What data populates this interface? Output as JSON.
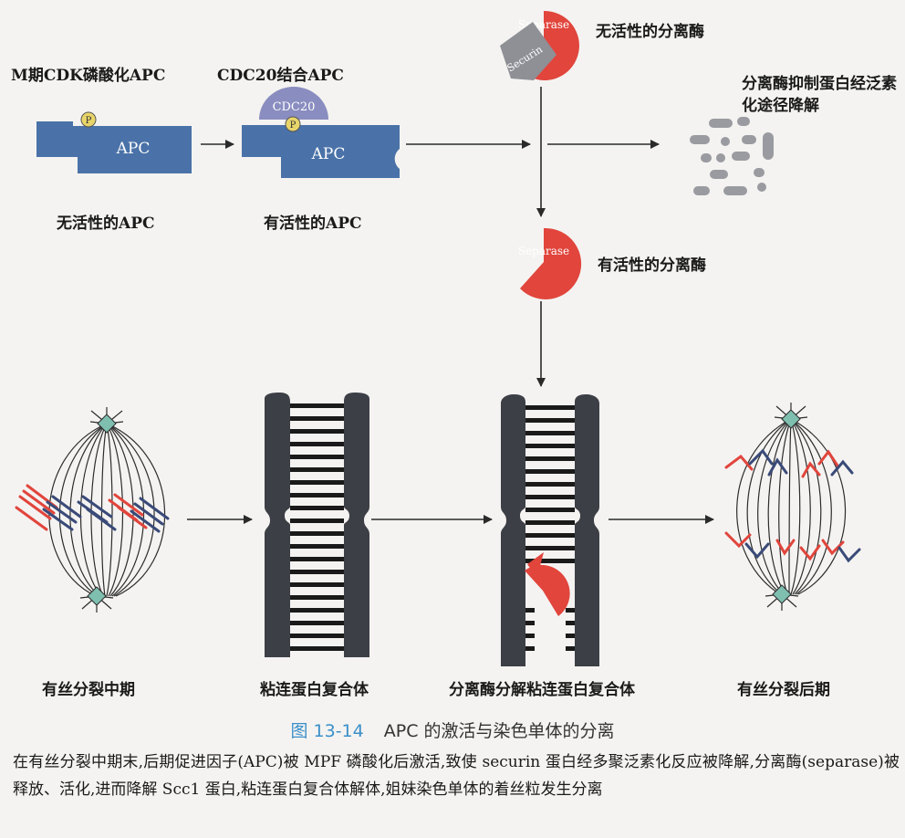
{
  "apc": {
    "inactive_title": "M期CDK磷酸化APC",
    "active_title": "CDC20结合APC",
    "box_label": "APC",
    "phospho_label": "P",
    "cdc20_label": "CDC20",
    "inactive_caption": "无活性的APC",
    "active_caption": "有活性的APC"
  },
  "separase": {
    "inactive_label": "无活性的分离酶",
    "separase_text": "Separase",
    "securin_text": "Securin",
    "degradation_label": "分离酶抑制蛋白经泛素化途径降解",
    "active_label": "有活性的分离酶"
  },
  "stages": {
    "metaphase": "有丝分裂中期",
    "cohesin": "粘连蛋白复合体",
    "cleavage": "分离酶分解粘连蛋白复合体",
    "anaphase": "有丝分裂后期"
  },
  "caption": {
    "figure_number": "图 13-14",
    "title": "APC 的激活与染色单体的分离"
  },
  "description": "在有丝分裂中期末,后期促进因子(APC)被 MPF 磷酸化后激活,致使 securin 蛋白经多聚泛素化反应被降解,分离酶(separase)被释放、活化,进而降解 Scc1 蛋白,粘连蛋白复合体解体,姐妹染色单体的着丝粒发生分离",
  "colors": {
    "apc_blue": "#4a72a8",
    "cdc20_purple": "#8a8dbf",
    "separase_red": "#e1453c",
    "securin_gray": "#8e9096",
    "chromatid_dark": "#3d3f46",
    "phospho_yellow": "#e8d56a",
    "caption_blue": "#3a8fc9"
  }
}
